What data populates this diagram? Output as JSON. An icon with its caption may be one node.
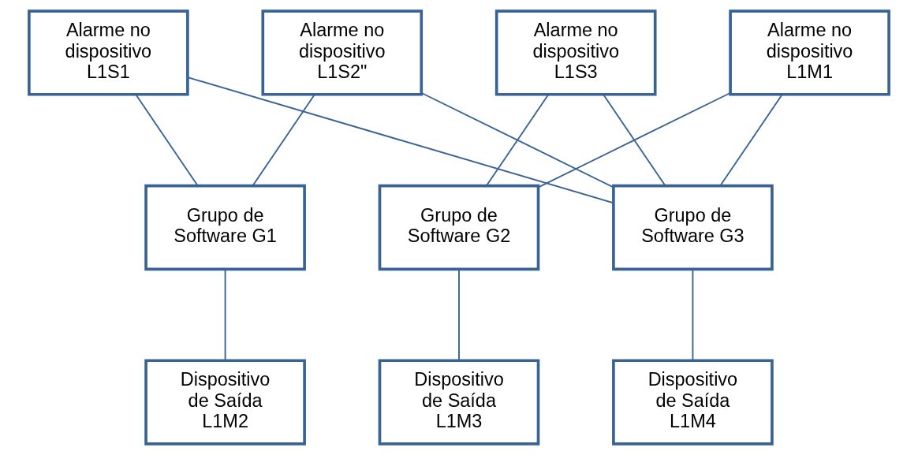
{
  "diagram": {
    "nodes": [
      {
        "text": [
          "Alarme no dispositivo L1S1"
        ]
      },
      {
        "text": [
          "Alarme no dispositivo L1S2\""
        ]
      },
      {
        "text": [
          "Alarme no dispositivo L1S3"
        ]
      },
      {
        "text": [
          "Alarme no dispositivo L1M1"
        ]
      },
      {
        "text": [
          "Grupo de Software G1"
        ]
      },
      {
        "text": [
          "Grupo de Software G2"
        ]
      },
      {
        "text": [
          "Grupo de Software G3"
        ]
      },
      {
        "text": [
          "Dispositivo de Saída L1M2"
        ]
      },
      {
        "text": [
          "Dispositivo de Saída L1M3"
        ]
      },
      {
        "text": [
          "Dispositivo de Saída L1M4"
        ]
      }
    ],
    "edges": [
      {
        "from": 0,
        "to": 4,
        "arrow": "none"
      },
      {
        "from": 0,
        "to": 6,
        "arrow": "none"
      },
      {
        "from": 1,
        "to": 4,
        "arrow": "none"
      },
      {
        "from": 1,
        "to": 6,
        "arrow": "none"
      },
      {
        "from": 2,
        "to": 5,
        "arrow": "none"
      },
      {
        "from": 2,
        "to": 6,
        "arrow": "none"
      },
      {
        "from": 3,
        "to": 5,
        "arrow": "none"
      },
      {
        "from": 3,
        "to": 6,
        "arrow": "none"
      },
      {
        "from": 4,
        "to": 7,
        "arrow": "none"
      },
      {
        "from": 5,
        "to": 8,
        "arrow": "none"
      },
      {
        "from": 6,
        "to": 9,
        "arrow": "none"
      }
    ]
  }
}
